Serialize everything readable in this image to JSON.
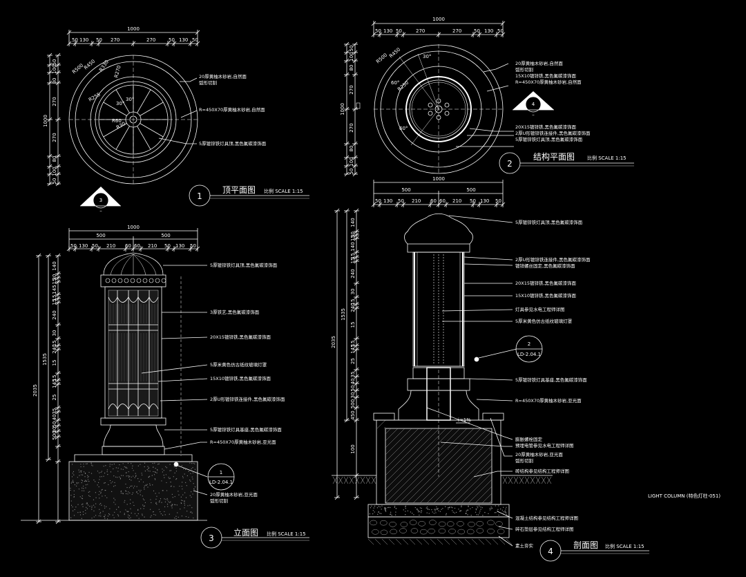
{
  "colors": {
    "background": "#000000",
    "lines": "#ffffff",
    "hatch": "#bfbfbf"
  },
  "views": {
    "top_plan": {
      "number": "1",
      "title": "顶平面图",
      "scale": "比例 SCALE 1:15",
      "overall_dim": "1000",
      "top_dims": [
        "50",
        "130",
        "50",
        "270",
        "270",
        "50",
        "130",
        "50"
      ],
      "left_dims": [
        "50",
        "100",
        "80",
        "270",
        "270",
        "80",
        "100",
        "50"
      ],
      "left_total": "1000",
      "radii": [
        "R500",
        "R450",
        "R330",
        "R270",
        "R255",
        "R60",
        "R30"
      ],
      "angles": [
        "30°",
        "30°"
      ],
      "notes": [
        "20厚黄柚木砂岩,自然面",
        "弧形切割",
        "R=450X70厚黄柚木砂岩,自然面",
        "5厚镀锌铁灯具顶,黑色氟碳漆饰面"
      ],
      "ref_mark": {
        "num": "3",
        "sub": "–"
      }
    },
    "structure_plan": {
      "number": "2",
      "title": "结构平面图",
      "scale": "比例 SCALE 1:15",
      "overall_dim": "1000",
      "top_dims": [
        "50",
        "130",
        "50",
        "270",
        "270",
        "50",
        "130",
        "50"
      ],
      "left_dims": [
        "50",
        "100",
        "80",
        "270",
        "270",
        "80",
        "100",
        "50"
      ],
      "left_total": "1000",
      "radii": [
        "R500",
        "R450",
        "R250"
      ],
      "angles": [
        "30°",
        "60°",
        "60°"
      ],
      "notes": [
        "20厚黄柚木砂岩,自然面",
        "弧形切割",
        "15X10镀锌铁,黑色氟碳漆饰面",
        "R=450X70厚黄柚木砂岩,自然面",
        "20X15镀锌铁,黑色氟碳漆饰面",
        "2厚U形镀锌铁连接件,黑色氟碳漆饰面",
        "5厚镀锌铁灯具顶,黑色氟碳漆饰面"
      ],
      "ref_mark": {
        "num": "4",
        "sub": "–"
      }
    },
    "elevation": {
      "number": "3",
      "title": "立面图",
      "scale": "比例 SCALE 1:15",
      "overall_dim": "1000",
      "half_dims": [
        "500",
        "500"
      ],
      "top_dims": [
        "50",
        "130",
        "50",
        "210",
        "60",
        "60",
        "210",
        "50",
        "130",
        "50"
      ],
      "left_dims": [
        "140",
        "30",
        "15",
        "145",
        "15",
        "15",
        "240",
        "30",
        "15",
        "240",
        "15",
        "15",
        "145",
        "25",
        "35",
        "40",
        "50",
        "30",
        "500"
      ],
      "left_totals": [
        "1535",
        "2035"
      ],
      "notes": [
        "5厚镀锌铁灯具顶,黑色氟碳漆饰面",
        "3厚铁艺,黑色氟碳漆饰面",
        "20X15镀锌铁,黑色氟碳漆饰面",
        "5厚米黄色仿古纸纹玻璃灯罩",
        "15X10镀锌铁,黑色氟碳漆饰面",
        "2厚U形镀锌铁连接件,黑色氟碳漆饰面",
        "5厚镀锌铁灯具基座,黑色氟碳漆饰面",
        "R=450X70厚黄柚木砂岩,亚光面",
        "20厚黄柚木砂岩,亚光面",
        "弧形切割"
      ],
      "detail_ref": {
        "num": "1",
        "sheet": "LD-2.04.1"
      }
    },
    "section": {
      "number": "4",
      "title": "剖面图",
      "scale": "比例 SCALE 1:15",
      "overall_dim": "1000",
      "half_dims": [
        "500",
        "500"
      ],
      "top_dims": [
        "50",
        "130",
        "50",
        "210",
        "60",
        "60",
        "210",
        "50",
        "130",
        "50"
      ],
      "left_dims": [
        "140",
        "30",
        "15",
        "140",
        "15",
        "15",
        "240",
        "30",
        "15",
        "240",
        "15",
        "15",
        "145",
        "25",
        "35",
        "40",
        "50",
        "30",
        "500",
        "450",
        "100"
      ],
      "left_totals": [
        "1535",
        "2035"
      ],
      "slope": "i=1%",
      "notes": [
        "5厚镀锌铁灯具顶,黑色氟碳漆饰面",
        "2厚U形镀锌铁连接件,黑色氟碳漆饰面",
        "镀锌螺丝固定,黑色氟碳漆饰面",
        "20X15镀锌铁,黑色氟碳漆饰面",
        "15X10镀锌铁,黑色氟碳漆饰面",
        "灯具参见水电工程师详图",
        "5厚米黄色仿古纸纹玻璃灯罩",
        "5厚镀锌铁灯具基座,黑色氟碳漆饰面",
        "R=450X70厚黄柚木砂岩,亚光面",
        "膨胀螺栓固定",
        "预埋电管参见水电工程师详图",
        "20厚黄柚木砂岩,亚光面",
        "弧形切割",
        "砖结构参见结构工程师详图",
        "混凝土结构参见结构工程师详图",
        "碎石垫层参见结构工程师详图",
        "素土夯实"
      ],
      "detail_ref": {
        "num": "2",
        "sheet": "LD-2.04.1"
      }
    }
  },
  "caption": "LIGHT COLUMN (特色灯柱-051)"
}
